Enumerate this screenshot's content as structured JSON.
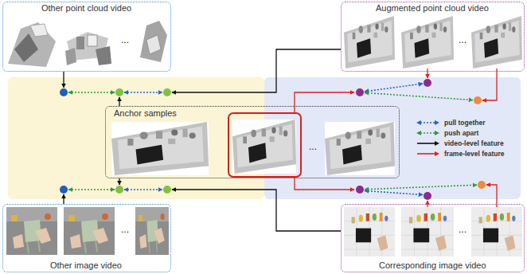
{
  "diagram": {
    "nodes": [
      {
        "text": [
          "Other point cloud video"
        ]
      },
      {
        "text": [
          "Augmented point cloud video"
        ]
      },
      {
        "text": [
          "Anchor samples"
        ]
      },
      {
        "text": [
          "Other image video"
        ]
      },
      {
        "text": [
          "Corresponding image video"
        ]
      }
    ],
    "labels": [
      "...",
      "...",
      "...",
      "...",
      "..."
    ],
    "legend": [
      {
        "text": "pull together"
      },
      {
        "text": "push apart"
      },
      {
        "text": "video-level feature"
      },
      {
        "text": "frame-level feature"
      }
    ]
  }
}
